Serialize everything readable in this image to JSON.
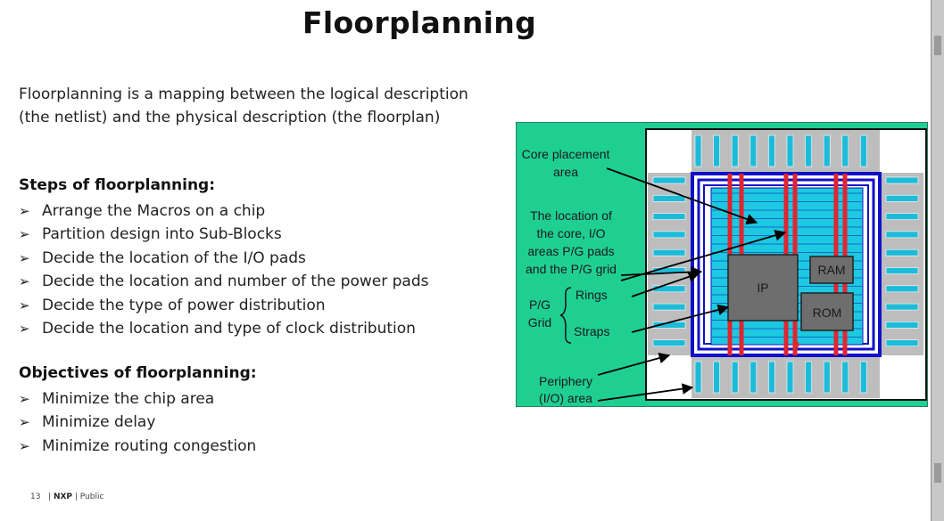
{
  "title": "Floorplanning",
  "intro": "Floorplanning is a mapping between the logical description (the netlist) and the physical description (the floorplan)",
  "steps": {
    "heading": "Steps of floorplanning:",
    "items": [
      "Arrange the Macros on a chip",
      "Partition design into Sub-Blocks",
      "Decide the location of the I/O pads",
      "Decide the location and number of the power pads",
      "Decide the type of power distribution",
      "Decide the location and type of clock distribution"
    ]
  },
  "objectives": {
    "heading": "Objectives of floorplanning:",
    "items": [
      "Minimize the chip area",
      "Minimize delay",
      "Minimize routing congestion"
    ]
  },
  "bullet_glyph": "➢",
  "diagram": {
    "labels": {
      "core_line1": "Core placement",
      "core_line2": "area",
      "loc_line1": "The location of",
      "loc_line2": "the core, I/O",
      "loc_line3": "areas P/G pads",
      "loc_line4": "and the P/G grid",
      "pg_line1": "P/G",
      "pg_line2": "Grid",
      "rings": "Rings",
      "straps": "Straps",
      "periph_line1": "Periphery",
      "periph_line2": "(I/O) area",
      "ip": "IP",
      "ram": "RAM",
      "rom": "ROM"
    },
    "colors": {
      "background": "#1fcf92",
      "pad_cell": "#bdbdbd",
      "pad": "#1ebbd8",
      "ring_blue": "#1010c8",
      "core": "#1ec8e0",
      "strap": "#e2242e",
      "macro": "#6e6e6e"
    }
  },
  "footer": {
    "page": "13",
    "brand": "NXP",
    "classification": "Public"
  }
}
